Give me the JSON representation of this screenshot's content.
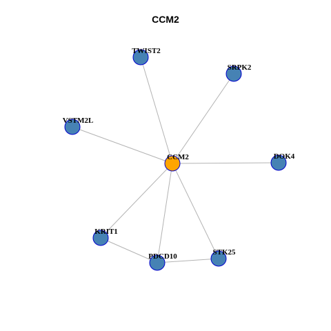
{
  "title": "CCM2",
  "colors": {
    "center_node": "#ffa500",
    "node": "#4682b4",
    "node_stroke": "#0000cd",
    "edge": "#b3b3b3"
  },
  "nodes": [
    {
      "id": "CCM2",
      "label": "CCM2",
      "role": "center"
    },
    {
      "id": "TWIST2",
      "label": "TWIST2",
      "role": "neighbor"
    },
    {
      "id": "SRPK2",
      "label": "SRPK2",
      "role": "neighbor"
    },
    {
      "id": "VSTM2L",
      "label": "VSTM2L",
      "role": "neighbor"
    },
    {
      "id": "DOK4",
      "label": "DOK4",
      "role": "neighbor"
    },
    {
      "id": "KRIT1",
      "label": "KRIT1",
      "role": "neighbor"
    },
    {
      "id": "PDCD10",
      "label": "PDCD10",
      "role": "neighbor"
    },
    {
      "id": "STK25",
      "label": "STK25",
      "role": "neighbor"
    }
  ],
  "edges": [
    [
      "CCM2",
      "TWIST2"
    ],
    [
      "CCM2",
      "SRPK2"
    ],
    [
      "CCM2",
      "VSTM2L"
    ],
    [
      "CCM2",
      "DOK4"
    ],
    [
      "CCM2",
      "KRIT1"
    ],
    [
      "CCM2",
      "PDCD10"
    ],
    [
      "CCM2",
      "STK25"
    ],
    [
      "KRIT1",
      "PDCD10"
    ],
    [
      "PDCD10",
      "STK25"
    ]
  ]
}
